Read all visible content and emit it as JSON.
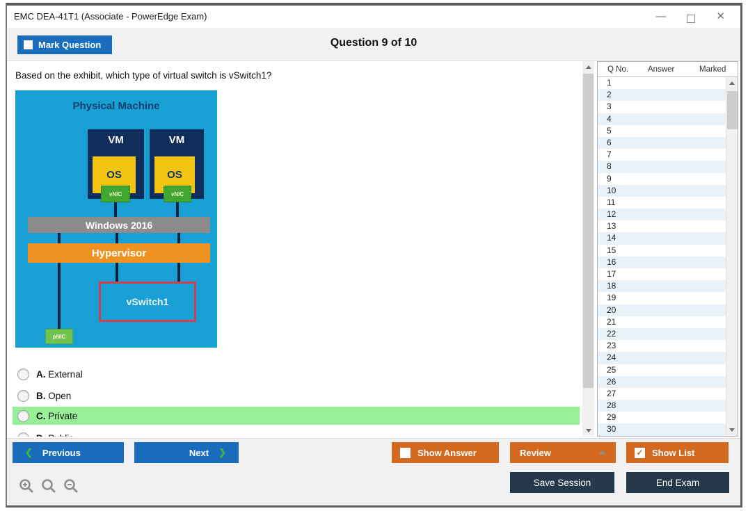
{
  "window": {
    "title": "EMC DEA-41T1 (Associate - PowerEdge Exam)",
    "controls": {
      "minimize_icon": "—",
      "close_icon": "✕"
    }
  },
  "header": {
    "mark_question_label": "Mark Question",
    "question_counter": "Question 9 of 10"
  },
  "question": {
    "text": "Based on the exhibit, which type of virtual switch is vSwitch1?",
    "options": [
      {
        "letter": "A.",
        "text": "External",
        "highlighted": false,
        "clipped": false
      },
      {
        "letter": "B.",
        "text": "Open",
        "highlighted": false,
        "clipped": false
      },
      {
        "letter": "C.",
        "text": "Private",
        "highlighted": true,
        "clipped": false
      },
      {
        "letter": "D.",
        "text": "Public",
        "highlighted": false,
        "clipped": true
      }
    ]
  },
  "exhibit": {
    "title": "Physical Machine",
    "vms": [
      {
        "vm": "VM",
        "os": "OS",
        "vnic": "vNIC"
      },
      {
        "vm": "VM",
        "os": "OS",
        "vnic": "vNIC"
      }
    ],
    "host": "Windows 2016",
    "hypervisor": "Hypervisor",
    "vswitch": "vSwitch1",
    "pnic": "pNIC"
  },
  "question_list": {
    "columns": [
      "Q No.",
      "Answer",
      "Marked"
    ],
    "rows": [
      {
        "q": "1",
        "answer": "",
        "marked": ""
      },
      {
        "q": "2",
        "answer": "",
        "marked": ""
      },
      {
        "q": "3",
        "answer": "",
        "marked": ""
      },
      {
        "q": "4",
        "answer": "",
        "marked": ""
      },
      {
        "q": "5",
        "answer": "",
        "marked": ""
      },
      {
        "q": "6",
        "answer": "",
        "marked": ""
      },
      {
        "q": "7",
        "answer": "",
        "marked": ""
      },
      {
        "q": "8",
        "answer": "",
        "marked": ""
      },
      {
        "q": "9",
        "answer": "",
        "marked": ""
      },
      {
        "q": "10",
        "answer": "",
        "marked": ""
      },
      {
        "q": "11",
        "answer": "",
        "marked": ""
      },
      {
        "q": "12",
        "answer": "",
        "marked": ""
      },
      {
        "q": "13",
        "answer": "",
        "marked": ""
      },
      {
        "q": "14",
        "answer": "",
        "marked": ""
      },
      {
        "q": "15",
        "answer": "",
        "marked": ""
      },
      {
        "q": "16",
        "answer": "",
        "marked": ""
      },
      {
        "q": "17",
        "answer": "",
        "marked": ""
      },
      {
        "q": "18",
        "answer": "",
        "marked": ""
      },
      {
        "q": "19",
        "answer": "",
        "marked": ""
      },
      {
        "q": "20",
        "answer": "",
        "marked": ""
      },
      {
        "q": "21",
        "answer": "",
        "marked": ""
      },
      {
        "q": "22",
        "answer": "",
        "marked": ""
      },
      {
        "q": "23",
        "answer": "",
        "marked": ""
      },
      {
        "q": "24",
        "answer": "",
        "marked": ""
      },
      {
        "q": "25",
        "answer": "",
        "marked": ""
      },
      {
        "q": "26",
        "answer": "",
        "marked": ""
      },
      {
        "q": "27",
        "answer": "",
        "marked": ""
      },
      {
        "q": "28",
        "answer": "",
        "marked": ""
      },
      {
        "q": "29",
        "answer": "",
        "marked": ""
      },
      {
        "q": "30",
        "answer": "",
        "marked": ""
      }
    ]
  },
  "footer": {
    "previous_label": "Previous",
    "next_label": "Next",
    "show_answer_label": "Show Answer",
    "review_label": "Review",
    "show_list_label": "Show List",
    "save_session_label": "Save Session",
    "end_exam_label": "End Exam",
    "prev_chevron": "❮",
    "next_chevron": "❯",
    "show_list_check": "✓",
    "zoom_icons": [
      "zoom-in-icon",
      "search-icon",
      "zoom-out-icon"
    ]
  },
  "colors": {
    "accent_blue": "#1a6cbd",
    "accent_orange": "#d2691f",
    "dark_navy": "#24384a",
    "highlight_green": "#97ef97",
    "exhibit_blue": "#18a0d4",
    "exhibit_navy": "#112d5c",
    "exhibit_yellow": "#f2c40f",
    "exhibit_green": "#41a732",
    "exhibit_gray": "#8c8c8c",
    "exhibit_orange": "#f09222",
    "vswitch_red": "#d63b4e",
    "row_alt_blue": "#e9f2f9"
  }
}
